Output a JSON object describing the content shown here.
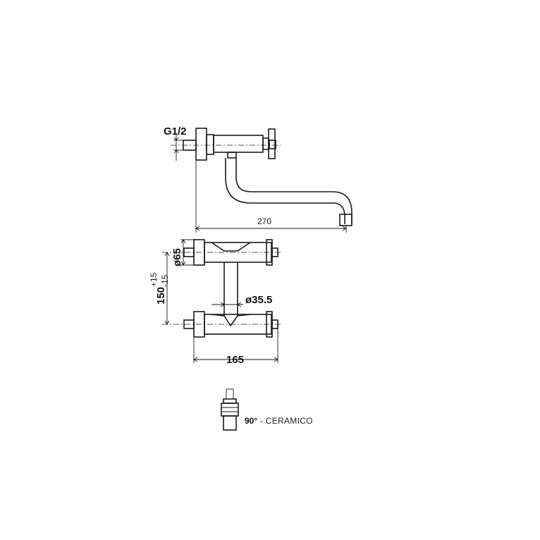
{
  "side_view": {
    "connection_label": "G1/2",
    "spout_length_label": "270"
  },
  "front_view": {
    "outer_diameter_label": "ø65",
    "center_distance_label": "150",
    "center_distance_plus": "+15",
    "center_distance_minus": "-15",
    "body_diameter_label": "ø35.5",
    "width_label": "165"
  },
  "cartridge": {
    "angle_label": "90°",
    "separator": " - ",
    "type_label": "CERAMICO"
  }
}
